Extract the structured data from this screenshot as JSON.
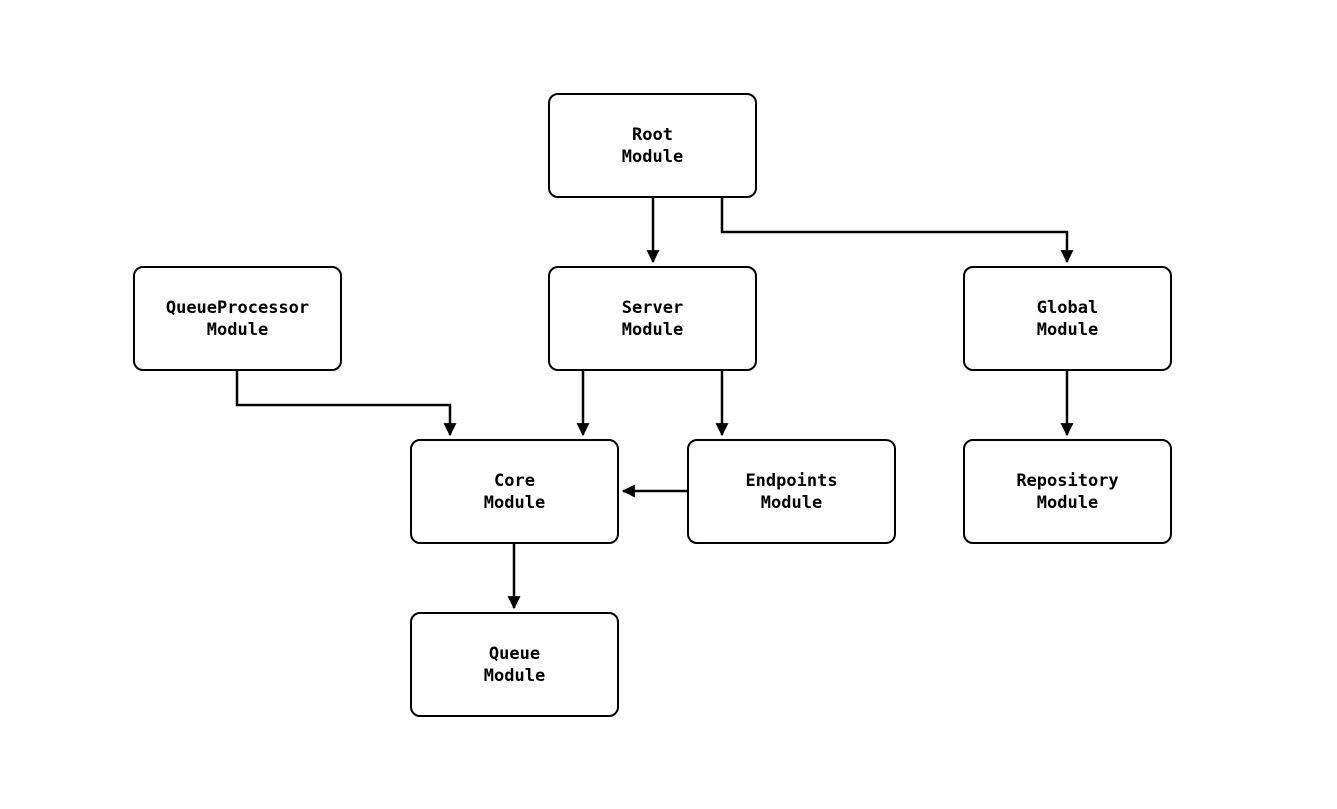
{
  "diagram": {
    "nodes": {
      "root": {
        "label": "Root\nModule"
      },
      "server": {
        "label": "Server\nModule"
      },
      "global": {
        "label": "Global\nModule"
      },
      "queueprocessor": {
        "label": "QueueProcessor\nModule"
      },
      "core": {
        "label": "Core\nModule"
      },
      "endpoints": {
        "label": "Endpoints\nModule"
      },
      "repository": {
        "label": "Repository\nModule"
      },
      "queue": {
        "label": "Queue\nModule"
      }
    },
    "edges": [
      {
        "from": "Root Module",
        "to": "Server Module"
      },
      {
        "from": "Root Module",
        "to": "Global Module"
      },
      {
        "from": "QueueProcessor Module",
        "to": "Core Module"
      },
      {
        "from": "Server Module",
        "to": "Core Module"
      },
      {
        "from": "Server Module",
        "to": "Endpoints Module"
      },
      {
        "from": "Endpoints Module",
        "to": "Core Module"
      },
      {
        "from": "Global Module",
        "to": "Repository Module"
      },
      {
        "from": "Core Module",
        "to": "Queue Module"
      }
    ],
    "colors": {
      "background": "#ffffff",
      "node_fill": "#ffffff",
      "node_border": "#000000",
      "edge": "#000000"
    }
  }
}
